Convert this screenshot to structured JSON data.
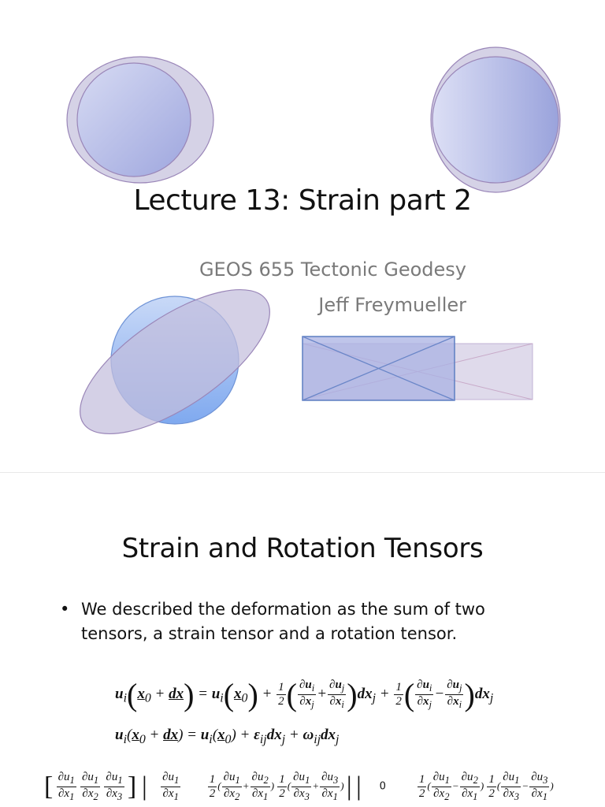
{
  "slide1": {
    "title": "Lecture 13: Strain part 2",
    "course": "GEOS 655 Tectonic Geodesy",
    "author": "Jeff Freymueller"
  },
  "slide2": {
    "title": "Strain and Rotation Tensors",
    "bullet": "We described the deformation as the sum of two tensors, a strain tensor and a rotation tensor.",
    "bullet_symbol": "•",
    "zero_entry": "0"
  },
  "colors": {
    "shape_fill": "#b8bfe8",
    "shape_stroke": "#9a86b8",
    "circle_fill": "#8fb4f0",
    "line_color": "#6a86c8"
  }
}
